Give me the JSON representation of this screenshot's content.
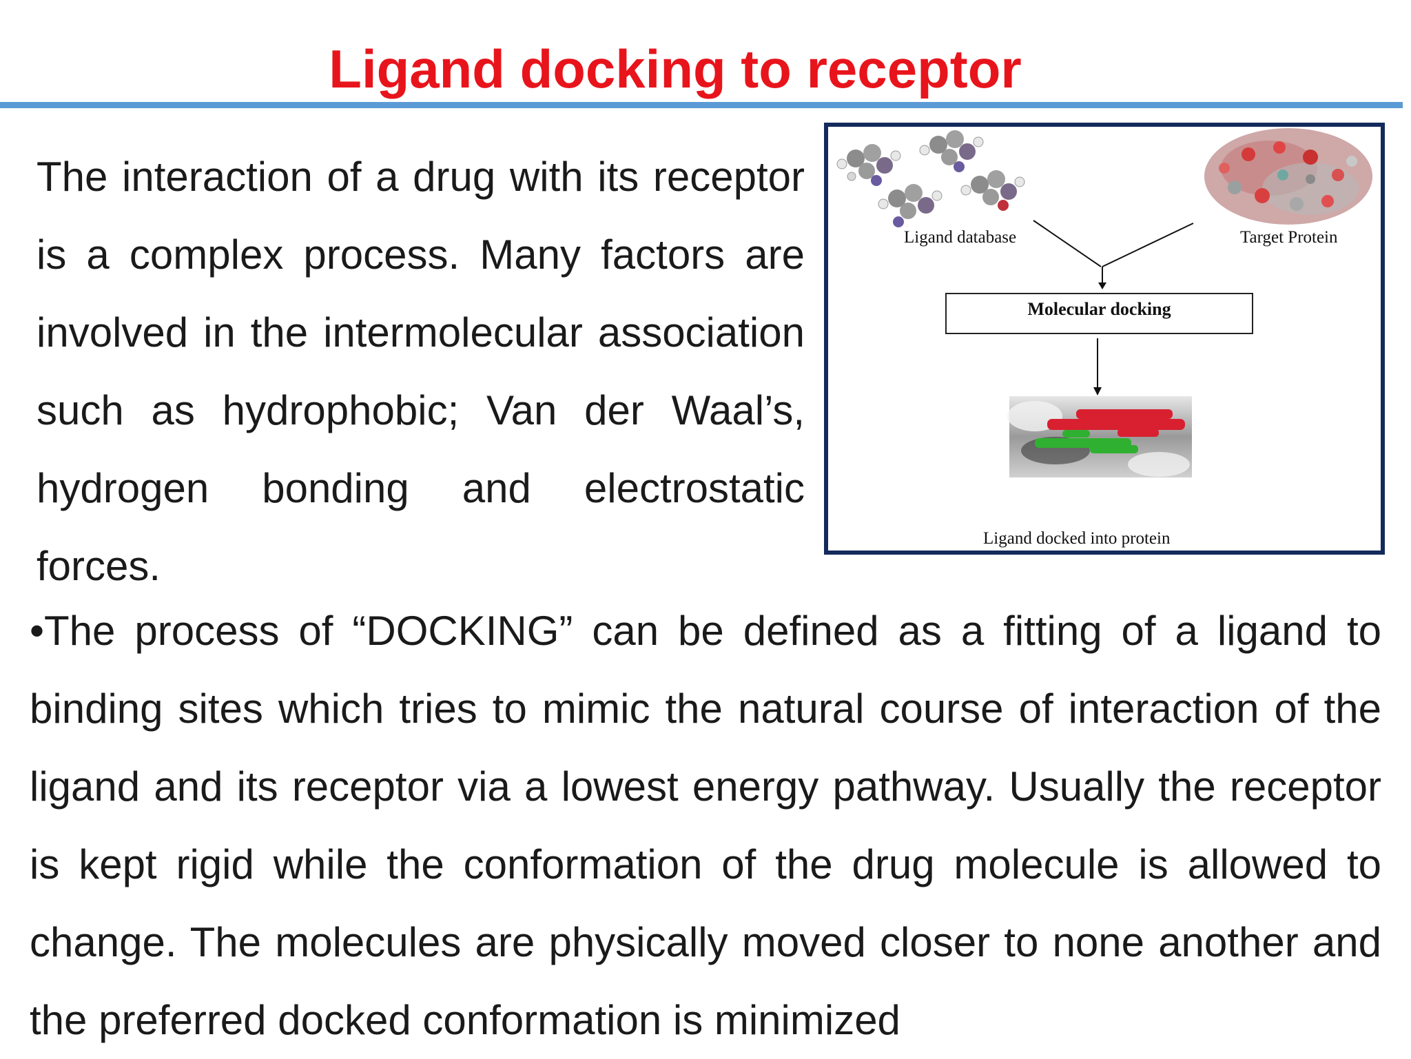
{
  "slide": {
    "title": "Ligand docking to receptor",
    "intro_paragraph": "The interaction of a drug with its receptor is a complex process. Many factors are involved in the intermolecular association such as hydrophobic; Van der Waal’s, hydrogen bonding and electrostatic forces.",
    "body_paragraph": "•The process of “DOCKING” can be defined as a fitting of a ligand to binding sites which tries to mimic the natural course of interaction of the ligand and its receptor via a lowest energy pathway. Usually the receptor is kept rigid while the conformation of the drug molecule is allowed to change. The molecules are physically moved closer to none another and the preferred docked conformation is minimized"
  },
  "figure": {
    "ligand_label": "Ligand database",
    "target_label": "Target Protein",
    "process_label": "Molecular docking",
    "result_label": "Ligand docked into protein"
  },
  "colors": {
    "title": "#e8141c",
    "rule": "#5b9bd5",
    "figure_border": "#142a5c",
    "text": "#1a1a1a"
  }
}
